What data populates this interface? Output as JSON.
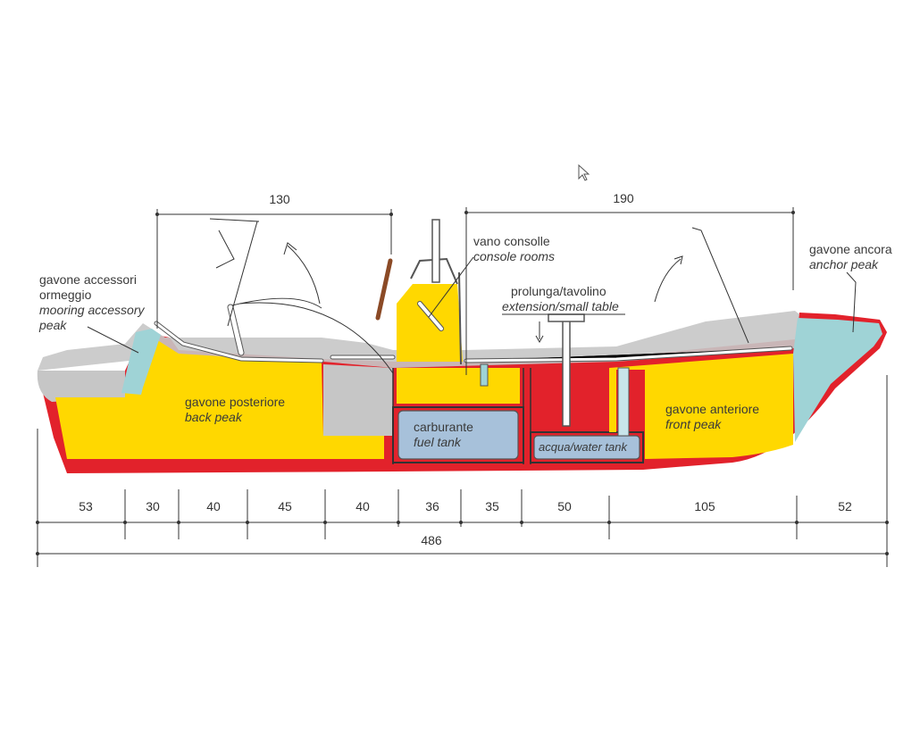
{
  "colors": {
    "hull": "#e2222b",
    "storage": "#ffd800",
    "deck": "#c6c6c6",
    "peak": "#9fd3d6",
    "tank": "#a7c1da",
    "wood": "#8b4a26",
    "line": "#333333"
  },
  "labels": {
    "mooring_it_1": "gavone accessori",
    "mooring_it_2": "ormeggio",
    "mooring_en_1": "mooring accessory",
    "mooring_en_2": "peak",
    "back_it": "gavone posteriore",
    "back_en": "back peak",
    "console_it": "vano consolle",
    "console_en": "console rooms",
    "ext_it": "prolunga/tavolino",
    "ext_en": "extension/small table",
    "fuel_it": "carburante",
    "fuel_en": "fuel tank",
    "water": "acqua/water tank",
    "front_it": "gavone anteriore",
    "front_en": "front peak",
    "anchor_it": "gavone ancora",
    "anchor_en": "anchor peak"
  },
  "top_dimensions": [
    "130",
    "190"
  ],
  "bottom_dimensions": [
    "53",
    "30",
    "40",
    "45",
    "40",
    "36",
    "35",
    "50",
    "105",
    "52"
  ],
  "total_length": "486",
  "cursor_icon": "pointer-cursor-icon"
}
